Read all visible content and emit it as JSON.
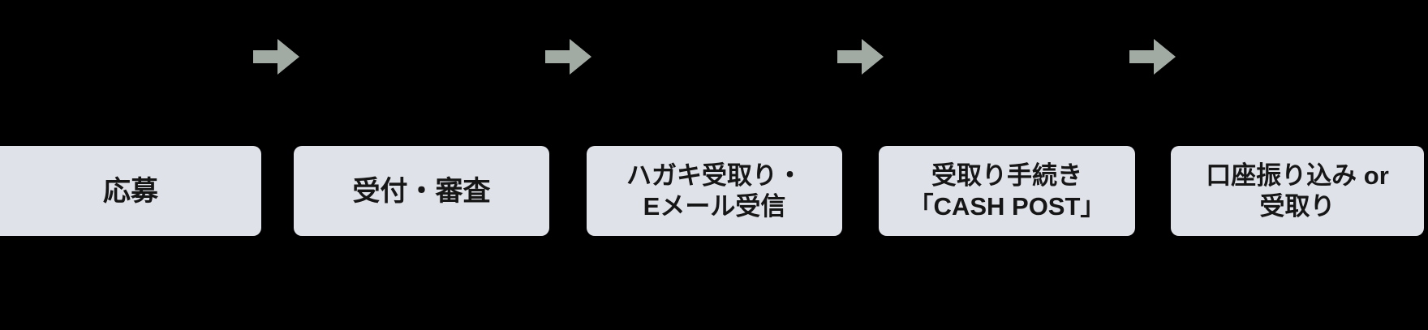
{
  "colors": {
    "background": "#000000",
    "box_fill": "#e0e2e9",
    "arrow": "#a2aaa4",
    "text": "#161616"
  },
  "flow_steps": [
    {
      "lines": [
        "応募"
      ]
    },
    {
      "lines": [
        "受付・審査"
      ]
    },
    {
      "lines": [
        "ハガキ受取り・",
        "Eメール受信"
      ]
    },
    {
      "lines": [
        "受取り手続き",
        "「CASH POST」"
      ]
    },
    {
      "lines": [
        "口座振り込み or",
        "受取り"
      ]
    }
  ],
  "arrows": [
    {
      "icon": "right-arrow"
    },
    {
      "icon": "right-arrow"
    },
    {
      "icon": "right-arrow"
    },
    {
      "icon": "right-arrow"
    }
  ]
}
